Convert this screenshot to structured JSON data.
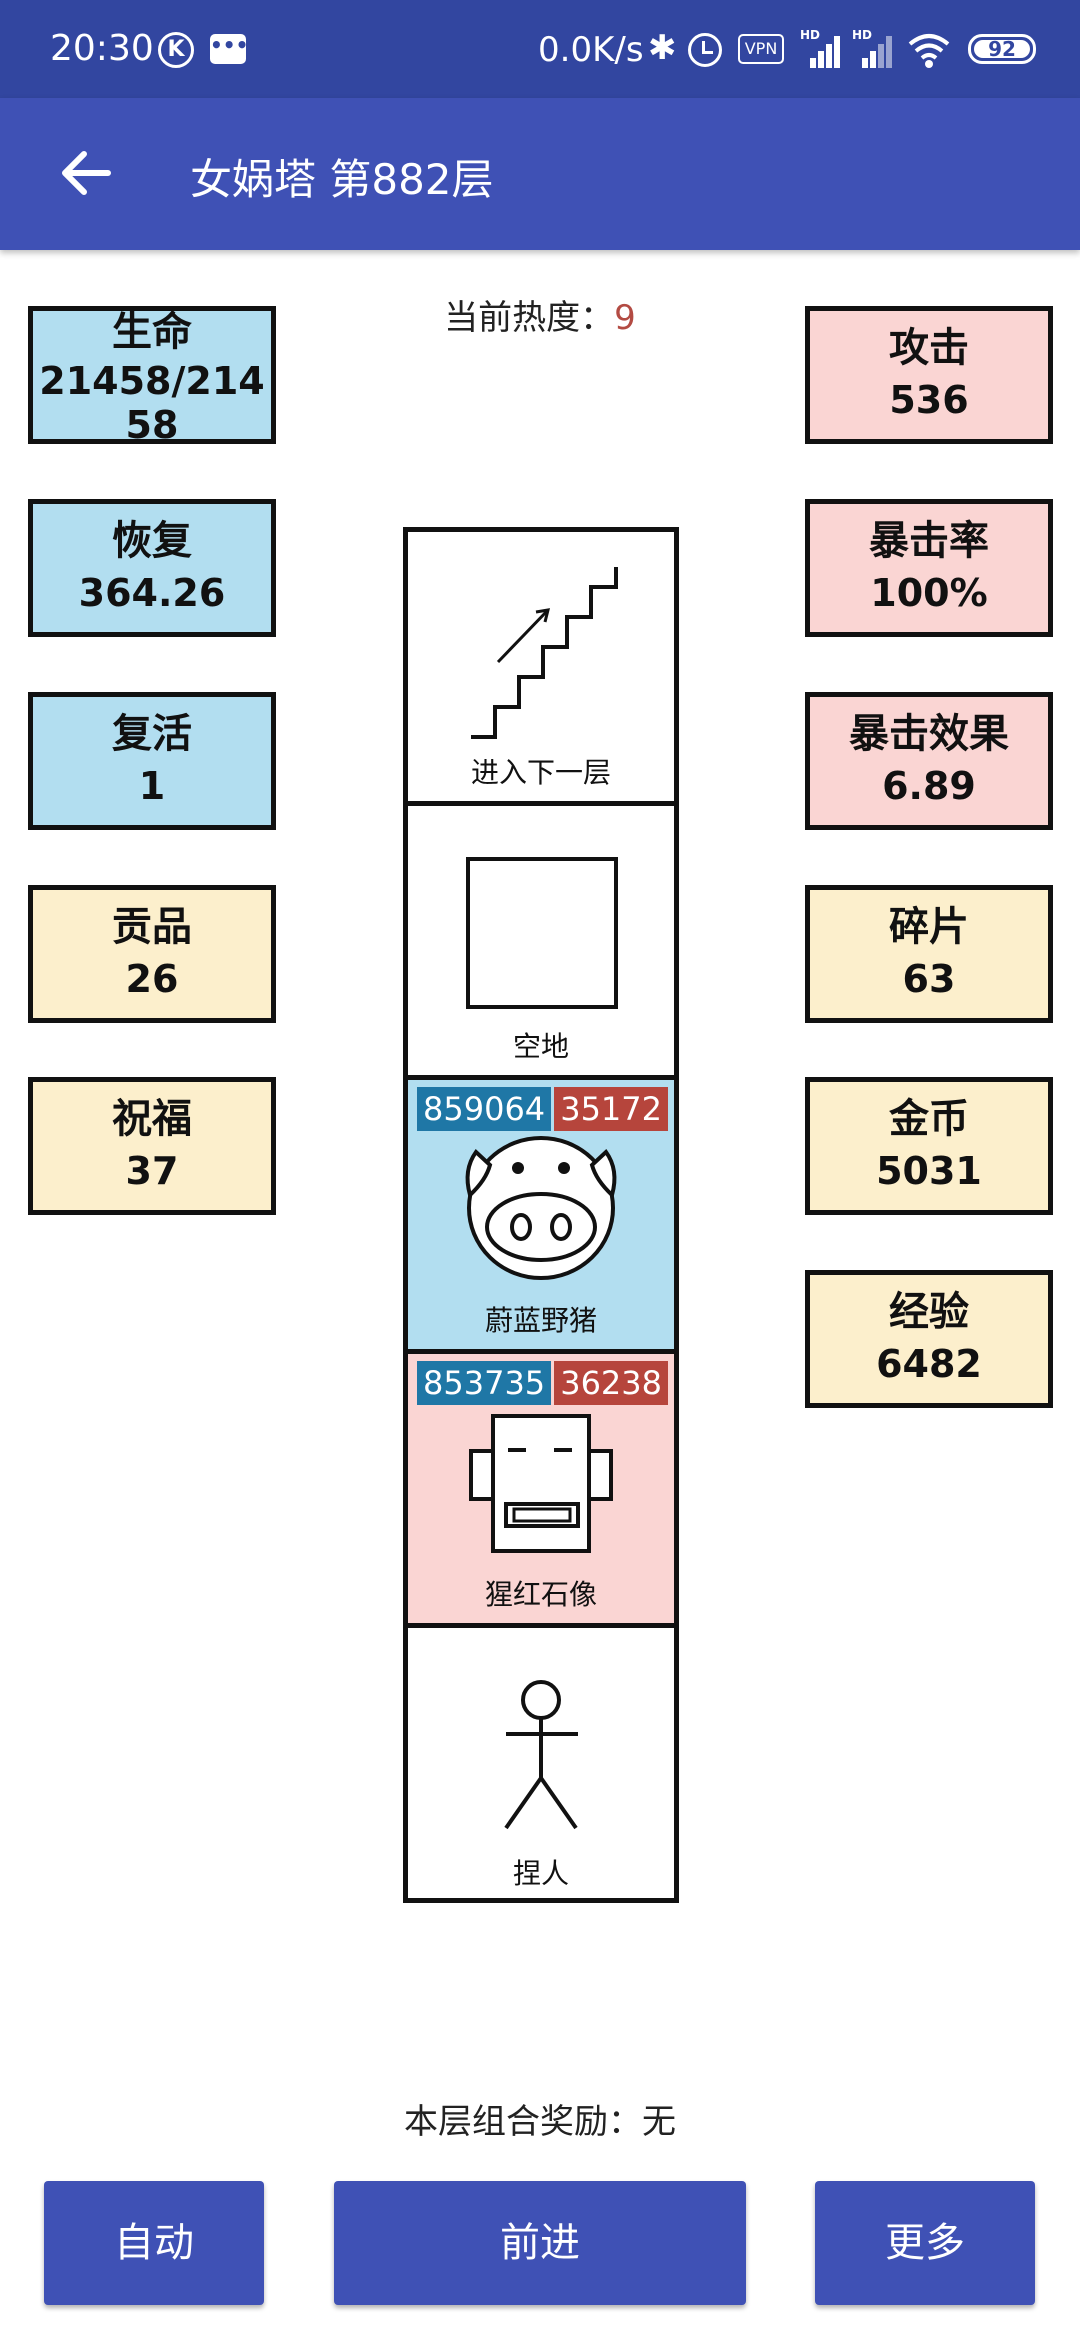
{
  "status_bar": {
    "time": "20:30",
    "speed": "0.0K/s",
    "vpn": "VPN",
    "hd": "HD",
    "battery": "92"
  },
  "app_bar": {
    "title": "女娲塔 第882层"
  },
  "heat": {
    "label": "当前热度：",
    "value": "9"
  },
  "left_stats": [
    {
      "label": "生命",
      "value": "21458/21458"
    },
    {
      "label": "恢复",
      "value": "364.26"
    },
    {
      "label": "复活",
      "value": "1"
    },
    {
      "label": "贡品",
      "value": "26"
    },
    {
      "label": "祝福",
      "value": "37"
    }
  ],
  "right_stats": [
    {
      "label": "攻击",
      "value": "536"
    },
    {
      "label": "暴击率",
      "value": "100%"
    },
    {
      "label": "暴击效果",
      "value": "6.89"
    },
    {
      "label": "碎片",
      "value": "63"
    },
    {
      "label": "金币",
      "value": "5031"
    },
    {
      "label": "经验",
      "value": "6482"
    }
  ],
  "tower": [
    {
      "name": "进入下一层",
      "icon": "stairs-icon"
    },
    {
      "name": "空地",
      "icon": "square-icon"
    },
    {
      "name": "蔚蓝野猪",
      "icon": "pig-icon",
      "hp": "859064",
      "atk": "35172"
    },
    {
      "name": "猩红石像",
      "icon": "statue-icon",
      "hp": "853735",
      "atk": "36238"
    },
    {
      "name": "捏人",
      "icon": "stick-figure-icon"
    }
  ],
  "reward": "本层组合奖励：无",
  "buttons": {
    "auto": "自动",
    "forward": "前进",
    "more": "更多"
  },
  "colors": {
    "appbar": "#3f51b5",
    "statusbar": "#3246a0",
    "blue_box": "#b2def0",
    "pink_box": "#fad5d3",
    "yellow_box": "#fcefcc",
    "hp_badge": "#1f77a6",
    "atk_badge": "#b6453c"
  }
}
